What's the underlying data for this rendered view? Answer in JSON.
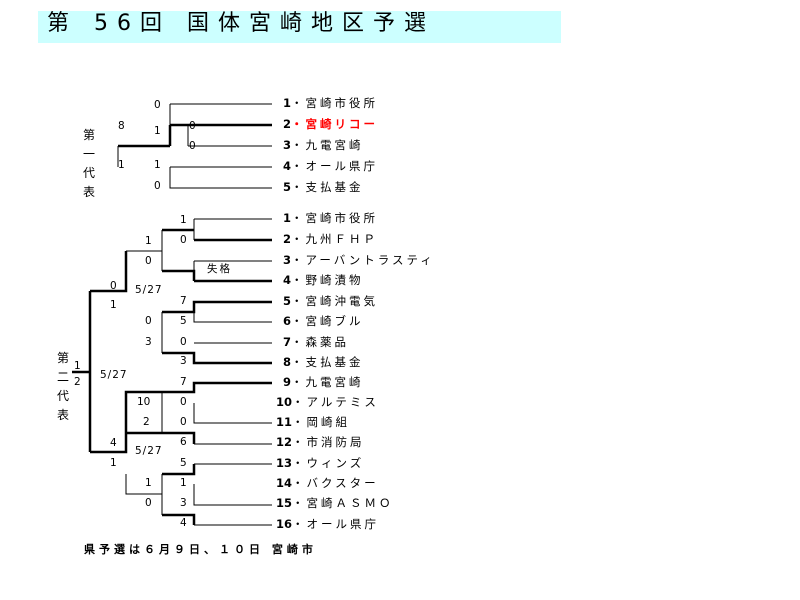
{
  "title": "第 56回 国体宮崎地区予選",
  "group1": {
    "label": [
      "第",
      "一",
      "代",
      "表"
    ],
    "teams": [
      {
        "num": "1",
        "name": "・宮崎市役所"
      },
      {
        "num": "2",
        "name": "・宮崎リコー",
        "winner": true
      },
      {
        "num": "3",
        "name": "・九電宮崎"
      },
      {
        "num": "4",
        "name": "・オール県庁"
      },
      {
        "num": "5",
        "name": "・支払基金"
      }
    ],
    "scores": {
      "s1a": "0",
      "s1b": "1",
      "s1c": "0",
      "s1d": "0",
      "s1e": "8",
      "s1f": "1",
      "s1g": "1",
      "s1h": "0"
    }
  },
  "group2": {
    "label": [
      "第",
      "二",
      "代",
      "表"
    ],
    "teams": [
      {
        "num": "1",
        "name": "・宮崎市役所"
      },
      {
        "num": "2",
        "name": "・九州ＦＨＰ"
      },
      {
        "num": "3",
        "name": "・アーバントラスティ"
      },
      {
        "num": "4",
        "name": "・野崎漬物"
      },
      {
        "num": "5",
        "name": "・宮崎沖電気"
      },
      {
        "num": "6",
        "name": "・宮崎ブル"
      },
      {
        "num": "7",
        "name": "・森薬品"
      },
      {
        "num": "8",
        "name": "・支払基金"
      },
      {
        "num": "9",
        "name": "・九電宮崎"
      },
      {
        "num": "10",
        "name": "・アルテミス"
      },
      {
        "num": "11",
        "name": "・岡崎組"
      },
      {
        "num": "12",
        "name": "・市消防局"
      },
      {
        "num": "13",
        "name": "・ウィンズ"
      },
      {
        "num": "14",
        "name": "・バクスター"
      },
      {
        "num": "15",
        "name": "・宮崎ＡＳＭＯ"
      },
      {
        "num": "16",
        "name": "・オール県庁"
      }
    ],
    "forfeit": "失格",
    "dates": {
      "d1": "5/27",
      "d2": "5/27",
      "d3": "5/27"
    },
    "scores": {
      "r1": "1",
      "r2": "0",
      "r3": "1",
      "r4": "0",
      "r5": "7",
      "r6": "5",
      "r7": "0",
      "r8": "3",
      "r9": "0",
      "r10": "1",
      "r11": "0",
      "r12": "3",
      "r13": "7",
      "r14": "0",
      "r15": "0",
      "r16": "6",
      "r17": "10",
      "r18": "2",
      "r19": "5",
      "r20": "1",
      "r21": "3",
      "r22": "4",
      "r23": "1",
      "r24": "0",
      "r25": "4",
      "r26": "1",
      "r27": "1",
      "r28": "2"
    }
  },
  "footer": "県予選は６月９日、１０日 宮崎市"
}
